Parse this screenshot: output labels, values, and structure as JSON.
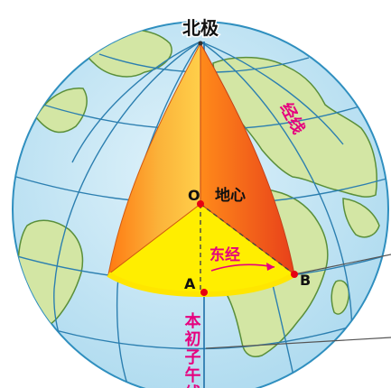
{
  "labels": {
    "north_pole": "北极",
    "meridian": "经线",
    "center_point": "O",
    "center_label": "地心",
    "east_longitude": "东经",
    "point_a": "A",
    "point_b": "B",
    "prime_meridian": "本初子午线"
  },
  "colors": {
    "ocean": "#bfe3f2",
    "ocean_edge": "#2f8fbf",
    "land": "#d3e6a4",
    "land_edge": "#5a8f3a",
    "grid": "#2c7fb0",
    "wedge_yellow": "#ffee00",
    "wedge_orange": "#f39a1c",
    "wedge_red": "#e8481c",
    "label_magenta": "#e6007e",
    "point_red": "#e60012"
  }
}
